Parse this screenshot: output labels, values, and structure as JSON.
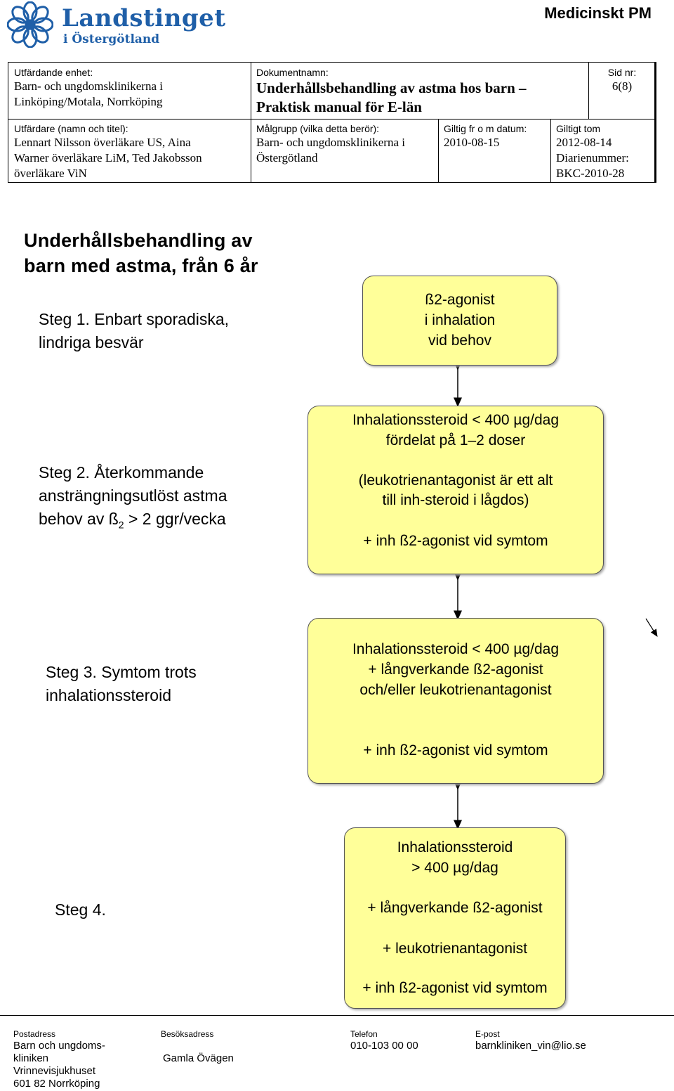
{
  "header": {
    "logo_line1": "Landstinget",
    "logo_line2": "i Östergötland",
    "doc_type": "Medicinskt PM",
    "issuing_unit_label": "Utfärdande enhet:",
    "issuing_unit_value_1": "Barn- och ungdomsklinikerna i",
    "issuing_unit_value_2": "Linköping/Motala, Norrköping",
    "doc_name_label": "Dokumentnamn:",
    "doc_name_value_1": "Underhållsbehandling av astma hos barn –",
    "doc_name_value_2": "Praktisk manual för E-län",
    "page_label": "Sid nr:",
    "page_value": "6(8)",
    "issuer_label": "Utfärdare (namn och titel):",
    "issuer_value_1": "Lennart Nilsson överläkare US, Aina",
    "issuer_value_2": "Warner överläkare LiM, Ted Jakobsson",
    "issuer_value_3": "överläkare ViN",
    "target_label": "Målgrupp (vilka detta berör):",
    "target_value_1": "Barn- och ungdomsklinikerna i",
    "target_value_2": "Östergötland",
    "valid_from_label": "Giltig fr o m datum:",
    "valid_from_value": "2010-08-15",
    "valid_to_label": "Giltigt tom",
    "valid_to_value": "2012-08-14",
    "diary_label": "Diarienummer:",
    "diary_value": "BKC-2010-28"
  },
  "chart": {
    "title_1": "Underhållsbehandling av",
    "title_2": "barn med astma, från 6 år",
    "step1_1": "Steg 1. Enbart sporadiska,",
    "step1_2": "lindriga besvär",
    "step2_1": "Steg 2. Återkommande",
    "step2_2": "ansträngningsutlöst astma",
    "step2_3a": "behov av ß",
    "step2_3sub": "2",
    "step2_3b": " > 2 ggr/vecka",
    "step3_1": "Steg 3. Symtom trots",
    "step3_2": "inhalationssteroid",
    "step4": "Steg 4.",
    "box1_1": "ß2-agonist",
    "box1_2": "i inhalation",
    "box1_3": "vid behov",
    "box2_1": "Inhalationssteroid < 400 µg/dag",
    "box2_2": "fördelat på 1–2 doser",
    "box2_3": "(leukotrienantagonist är ett alt",
    "box2_4": "till inh-steroid i lågdos)",
    "box2_5": "+ inh ß2-agonist vid symtom",
    "box3_1": "Inhalationssteroid < 400 µg/dag",
    "box3_2": "+ långverkande ß2-agonist",
    "box3_3": "och/eller leukotrienantagonist",
    "box3_4": "+ inh ß2-agonist vid symtom",
    "box4_1": "Inhalationssteroid",
    "box4_2": "> 400 µg/dag",
    "box4_3": "+ långverkande ß2-agonist",
    "box4_4": "+ leukotrienantagonist",
    "box4_5": "+ inh ß2-agonist vid symtom",
    "box_color": "#ffff99"
  },
  "footer": {
    "postal_label": "Postadress",
    "postal_1": "Barn och ungdoms-",
    "postal_2": "kliniken",
    "postal_3": "Vrinnevisjukhuset",
    "postal_4": "601 82  Norrköping",
    "visit_label": "Besöksadress",
    "visit_value": "Gamla Övägen",
    "phone_label": "Telefon",
    "phone_value": "010-103 00 00",
    "email_label": "E-post",
    "email_value": "barnkliniken_vin@lio.se"
  }
}
